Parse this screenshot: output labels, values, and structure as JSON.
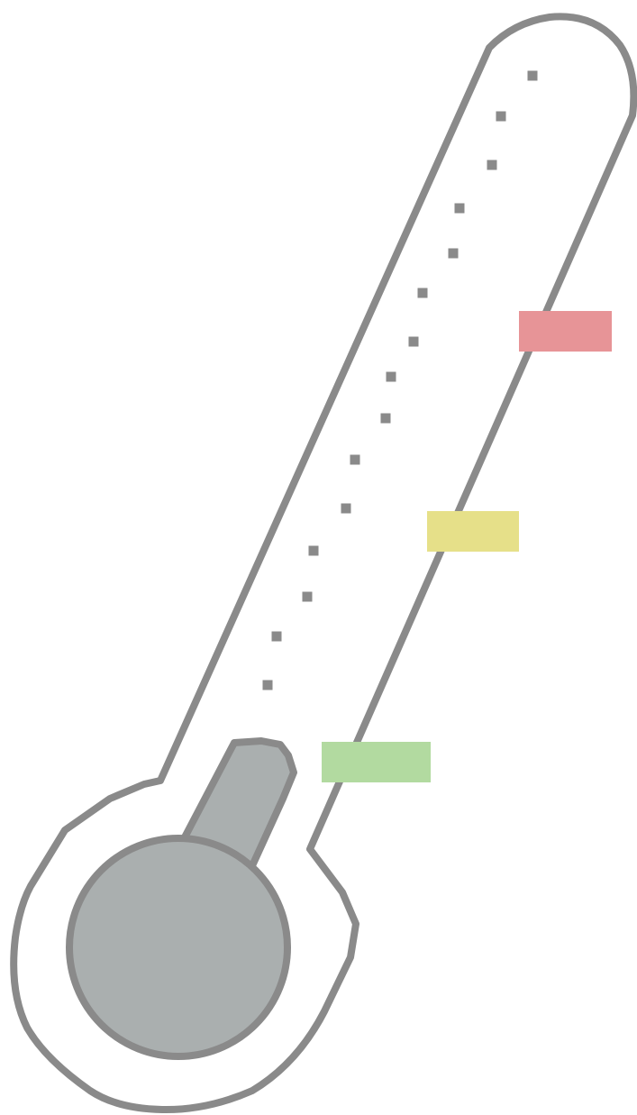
{
  "illustration": {
    "subject": "thermometer-icon",
    "colors": {
      "outline": "#8a8a8a",
      "body_fill": "#ffffff",
      "mercury_fill": "#aaafaf",
      "tick": "#8a8a8a",
      "band_high": "#e79497",
      "band_mid": "#e6e089",
      "band_low": "#b2daa0"
    },
    "levels": [
      {
        "name": "high",
        "color": "#e79497"
      },
      {
        "name": "medium",
        "color": "#e6e089"
      },
      {
        "name": "low",
        "color": "#b2daa0"
      }
    ],
    "tick_count": 15
  }
}
